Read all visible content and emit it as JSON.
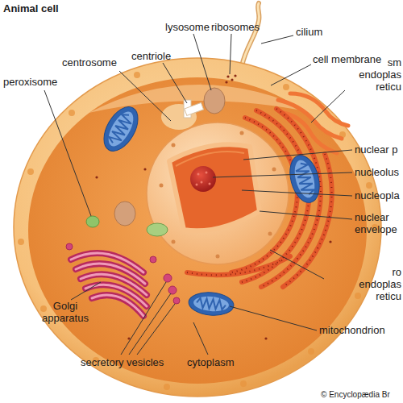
{
  "diagram": {
    "title": "Animal cell",
    "labels": [
      "lysosome",
      "ribosomes",
      "cilium",
      "centriole",
      "centrosome",
      "cell membrane",
      "peroxisome",
      "sm endoplas reticu",
      "nuclear p",
      "nucleolus",
      "nucleopla",
      "nuclear envelope",
      "ro endoplas reticu",
      "mitochondrion",
      "Golgi apparatus",
      "secretory vesicles",
      "cytoplasm",
      "© Encyclopædia Br"
    ]
  }
}
